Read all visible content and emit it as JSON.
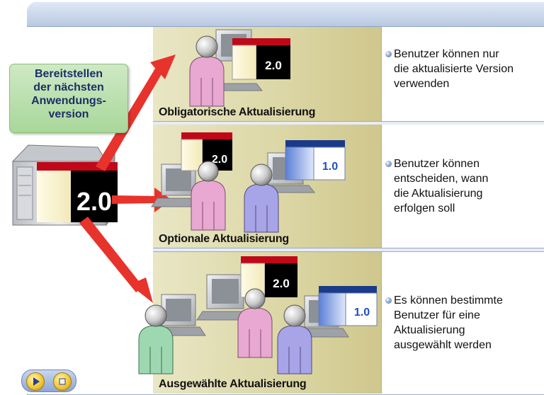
{
  "note": {
    "lines": [
      "Bereitstellen",
      "der nächsten",
      "Anwendungs-",
      "version"
    ]
  },
  "server": {
    "version": "2.0"
  },
  "rows": [
    {
      "label": "Obligatorische Aktualisierung",
      "bullet": [
        "Benutzer können nur",
        "die aktualisierte Version",
        "verwenden"
      ],
      "windows": [
        "2.0"
      ]
    },
    {
      "label": "Optionale Aktualisierung",
      "bullet": [
        "Benutzer können",
        "entscheiden, wann",
        "die Aktualisierung",
        "erfolgen soll"
      ],
      "windows": [
        "2.0",
        "1.0"
      ]
    },
    {
      "label": "Ausgewählte Aktualisierung",
      "bullet": [
        "Es können bestimmte",
        "Benutzer für eine",
        "Aktualisierung",
        "ausgewählt werden"
      ],
      "windows": [
        "2.0",
        "1.0"
      ]
    }
  ],
  "nav": {
    "play_icon": "play-icon",
    "stop_icon": "stop-icon"
  },
  "colors": {
    "arrow": "#e8322c",
    "new_version_bar": "#c00818",
    "old_version_bar": "#1a3a8a",
    "old_version_text": "#1f4fbf",
    "user_pink": "#e8a8d2",
    "user_purple": "#a8a4e8",
    "user_green": "#9ed8b0"
  }
}
